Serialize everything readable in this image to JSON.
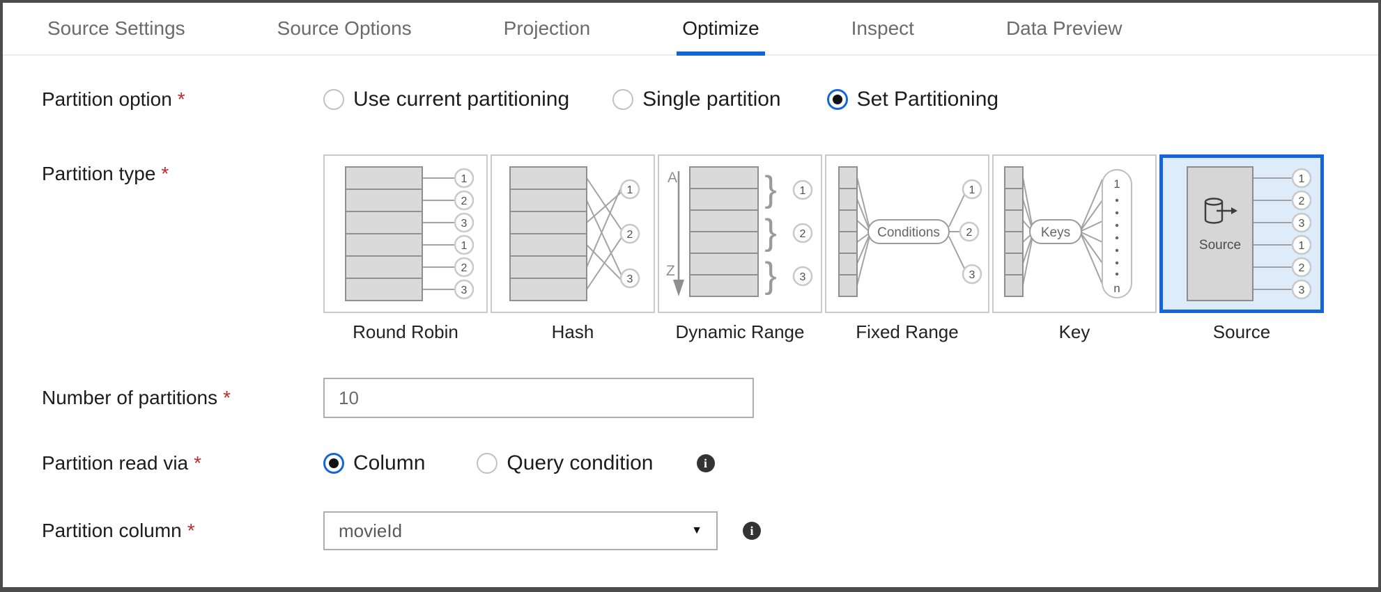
{
  "tabs": {
    "items": [
      {
        "label": "Source Settings"
      },
      {
        "label": "Source Options"
      },
      {
        "label": "Projection"
      },
      {
        "label": "Optimize"
      },
      {
        "label": "Inspect"
      },
      {
        "label": "Data Preview"
      }
    ],
    "active": "Optimize"
  },
  "partition_option": {
    "label": "Partition option",
    "required": "*",
    "options": [
      {
        "label": "Use current partitioning",
        "selected": false
      },
      {
        "label": "Single partition",
        "selected": false
      },
      {
        "label": "Set Partitioning",
        "selected": true
      }
    ]
  },
  "partition_type": {
    "label": "Partition type",
    "required": "*",
    "selected": "Source",
    "cards": [
      {
        "label": "Round Robin",
        "selected": false,
        "outputs": [
          "1",
          "2",
          "3",
          "1",
          "2",
          "3"
        ]
      },
      {
        "label": "Hash",
        "selected": false,
        "outputs": [
          "1",
          "2",
          "3"
        ]
      },
      {
        "label": "Dynamic Range",
        "selected": false,
        "outputs": [
          "1",
          "2",
          "3"
        ],
        "range_top": "A",
        "range_bottom": "Z",
        "brace": "}"
      },
      {
        "label": "Fixed Range",
        "selected": false,
        "outputs": [
          "1",
          "2",
          "3"
        ],
        "pill": "Conditions"
      },
      {
        "label": "Key",
        "selected": false,
        "pill": "Keys",
        "outputs_first": "1",
        "outputs_last": "n"
      },
      {
        "label": "Source",
        "selected": true,
        "box_label": "Source",
        "outputs": [
          "1",
          "2",
          "3",
          "1",
          "2",
          "3"
        ]
      }
    ]
  },
  "number_of_partitions": {
    "label": "Number of partitions",
    "required": "*",
    "value": "10"
  },
  "partition_read_via": {
    "label": "Partition read via",
    "required": "*",
    "options": [
      {
        "label": "Column",
        "selected": true
      },
      {
        "label": "Query condition",
        "selected": false
      }
    ],
    "info_icon": "i"
  },
  "partition_column": {
    "label": "Partition column",
    "required": "*",
    "value": "movieId",
    "caret": "▼",
    "info_icon": "i"
  },
  "colors": {
    "accent_blue": "#1565d8",
    "tab_underline": "#1164d8",
    "selected_card_bg": "#ddebfa",
    "required_red": "#c02a2a"
  }
}
